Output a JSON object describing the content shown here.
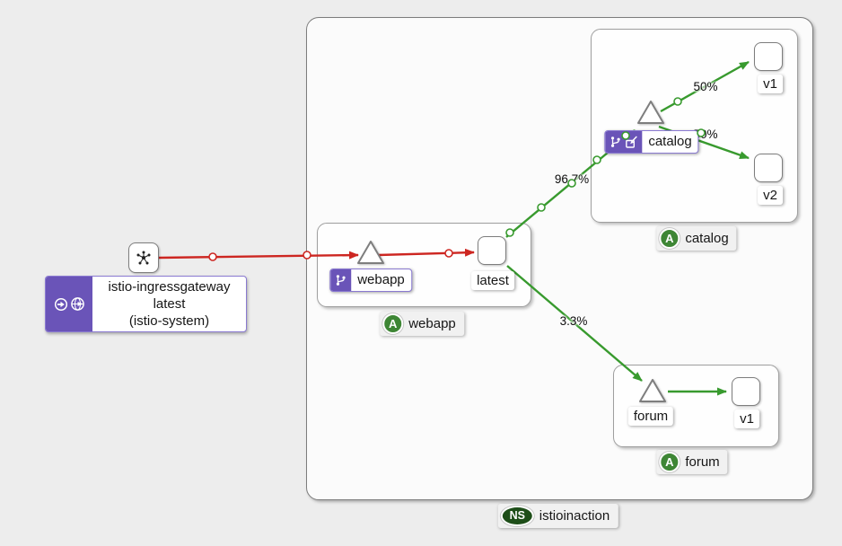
{
  "namespace_box": {
    "badge": "NS",
    "name": "istioinaction"
  },
  "gateway": {
    "node": "istio-ingressgateway",
    "label_line1": "istio-ingressgateway",
    "label_line2": "latest",
    "label_line3": "(istio-system)",
    "badge_icons": [
      "traffic-source-icon",
      "gateway-icon"
    ]
  },
  "apps": {
    "webapp": {
      "badge": "A",
      "label": "webapp",
      "service_label": "webapp",
      "version_label": "latest",
      "service_badge_icons": [
        "virtual-service-icon"
      ]
    },
    "catalog": {
      "badge": "A",
      "label": "catalog",
      "service_label": "catalog",
      "versions": [
        "v1",
        "v2"
      ],
      "service_badge_icons": [
        "virtual-service-icon",
        "mirroring-icon"
      ]
    },
    "forum": {
      "badge": "A",
      "label": "forum",
      "service_label": "forum",
      "versions": [
        "v1"
      ],
      "service_badge_icons": []
    }
  },
  "edges": {
    "gateway_to_webapp": {
      "label": "",
      "status": "error",
      "color": "#cd2621"
    },
    "webapp_to_catalog": {
      "label": "96.7%",
      "status": "success",
      "color": "#389a2e"
    },
    "webapp_to_forum": {
      "label": "3.3%",
      "status": "success",
      "color": "#389a2e"
    },
    "catalog_to_v1": {
      "label": "50%",
      "status": "success",
      "color": "#389a2e"
    },
    "catalog_to_v2": {
      "label": "50%",
      "status": "success",
      "color": "#389a2e"
    }
  },
  "colors": {
    "error_edge": "#cd2621",
    "success_edge": "#389a2e",
    "badge_purple": "#6a54b8",
    "app_badge_green": "#3e8635",
    "ns_badge_green": "#1e4e19",
    "page_background": "#ededed",
    "namespace_fill": "#fbfbfb"
  }
}
